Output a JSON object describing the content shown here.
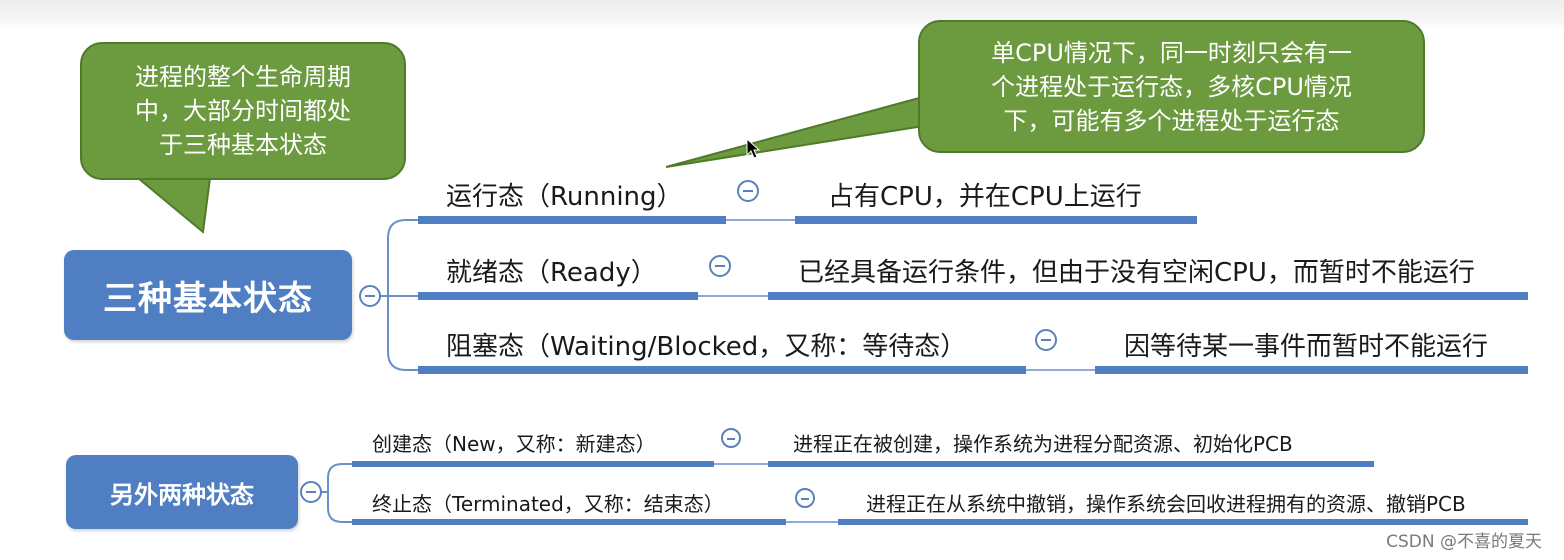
{
  "main_topic": {
    "label": "三种基本状态"
  },
  "other_topic": {
    "label": "另外两种状态"
  },
  "callouts": {
    "left_lines": [
      "进程的整个生命周期",
      "中，大部分时间都处",
      "于三种基本状态"
    ],
    "right_lines": [
      "单CPU情况下，同一时刻只会有一",
      "个进程处于运行态，多核CPU情况",
      "下，可能有多个进程处于运行态"
    ]
  },
  "basic_states": [
    {
      "label": "运行态（Running）",
      "description": "占有CPU，并在CPU上运行"
    },
    {
      "label": "就绪态（Ready）",
      "description": "已经具备运行条件，但由于没有空闲CPU，而暂时不能运行"
    },
    {
      "label": "阻塞态（Waiting/Blocked，又称：等待态）",
      "description": "因等待某一事件而暂时不能运行"
    }
  ],
  "other_states": [
    {
      "label": "创建态（New，又称：新建态）",
      "description": "进程正在被创建，操作系统为进程分配资源、初始化PCB"
    },
    {
      "label": "终止态（Terminated，又称：结束态）",
      "description": "进程正在从系统中撤销，操作系统会回收进程拥有的资源、撤销PCB"
    }
  ],
  "watermark": "CSDN @不喜的夏天",
  "colors": {
    "topic_box": "#4f7fc2",
    "callout": "#6b9a3f",
    "branch_line": "#4f7fc2"
  }
}
